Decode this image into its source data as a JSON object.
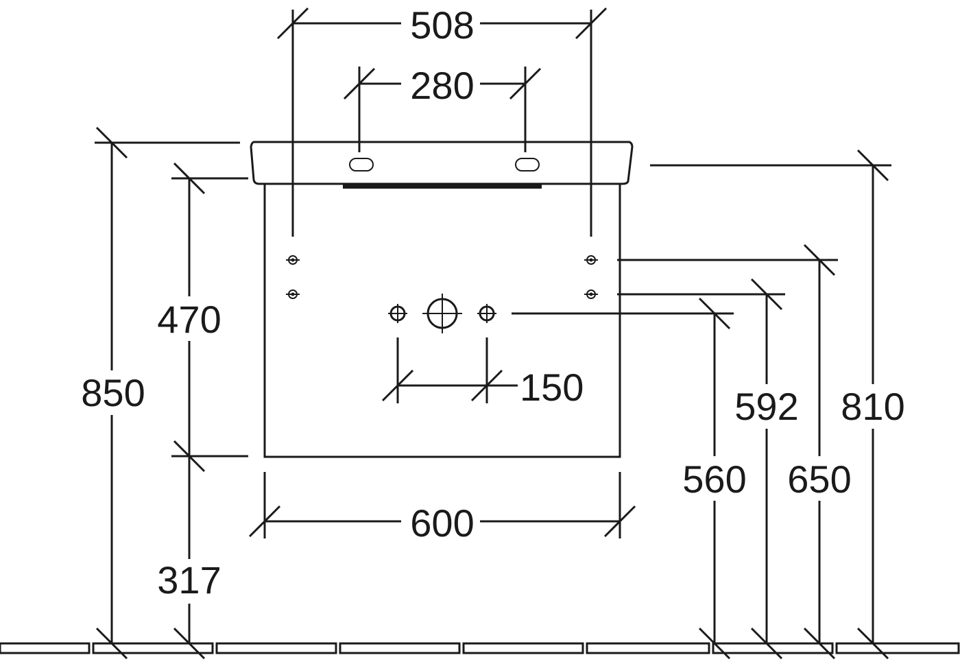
{
  "dimensions": {
    "width_508": "508",
    "width_280": "280",
    "height_850": "850",
    "height_470": "470",
    "height_317": "317",
    "width_600": "600",
    "spacing_150": "150",
    "height_592": "592",
    "height_810": "810",
    "height_560": "560",
    "height_650": "650"
  }
}
